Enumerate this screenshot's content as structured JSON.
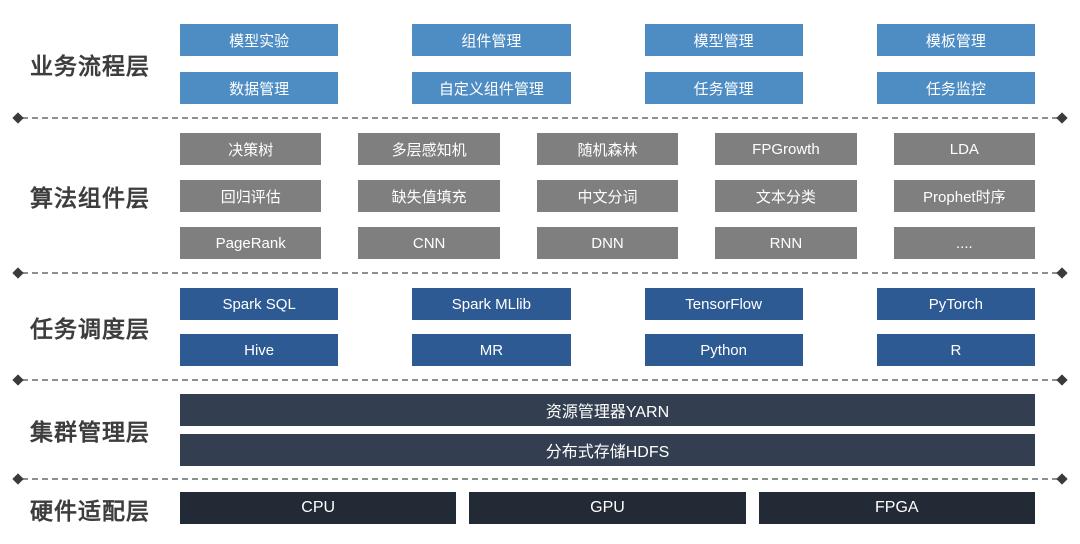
{
  "diagram": {
    "background_color": "#ffffff",
    "label_color": "#3d3d3d",
    "separator_color": "#8f8f8f",
    "separator_endpoint_color": "#3a3a3a",
    "box_text_color": "#ffffff",
    "layers": [
      {
        "label": "业务流程层",
        "box_color": "#4e8cc4",
        "columns": 4,
        "rows": [
          [
            "模型实验",
            "组件管理",
            "模型管理",
            "模板管理"
          ],
          [
            "数据管理",
            "自定义组件管理",
            "任务管理",
            "任务监控"
          ]
        ]
      },
      {
        "label": "算法组件层",
        "box_color": "#7f7f7f",
        "columns": 5,
        "rows": [
          [
            "决策树",
            "多层感知机",
            "随机森林",
            "FPGrowth",
            "LDA"
          ],
          [
            "回归评估",
            "缺失值填充",
            "中文分词",
            "文本分类",
            "Prophet时序"
          ],
          [
            "PageRank",
            "CNN",
            "DNN",
            "RNN",
            "...."
          ]
        ]
      },
      {
        "label": "任务调度层",
        "box_color": "#2e5a94",
        "columns": 4,
        "rows": [
          [
            "Spark SQL",
            "Spark MLlib",
            "TensorFlow",
            "PyTorch"
          ],
          [
            "Hive",
            "MR",
            "Python",
            "R"
          ]
        ]
      },
      {
        "label": "集群管理层",
        "box_color": "#333f50",
        "columns": 1,
        "rows": [
          [
            "资源管理器YARN"
          ],
          [
            "分布式存储HDFS"
          ]
        ]
      },
      {
        "label": "硬件适配层",
        "box_color": "#222a35",
        "columns": 3,
        "rows": [
          [
            "CPU",
            "GPU",
            "FPGA"
          ]
        ]
      }
    ]
  }
}
